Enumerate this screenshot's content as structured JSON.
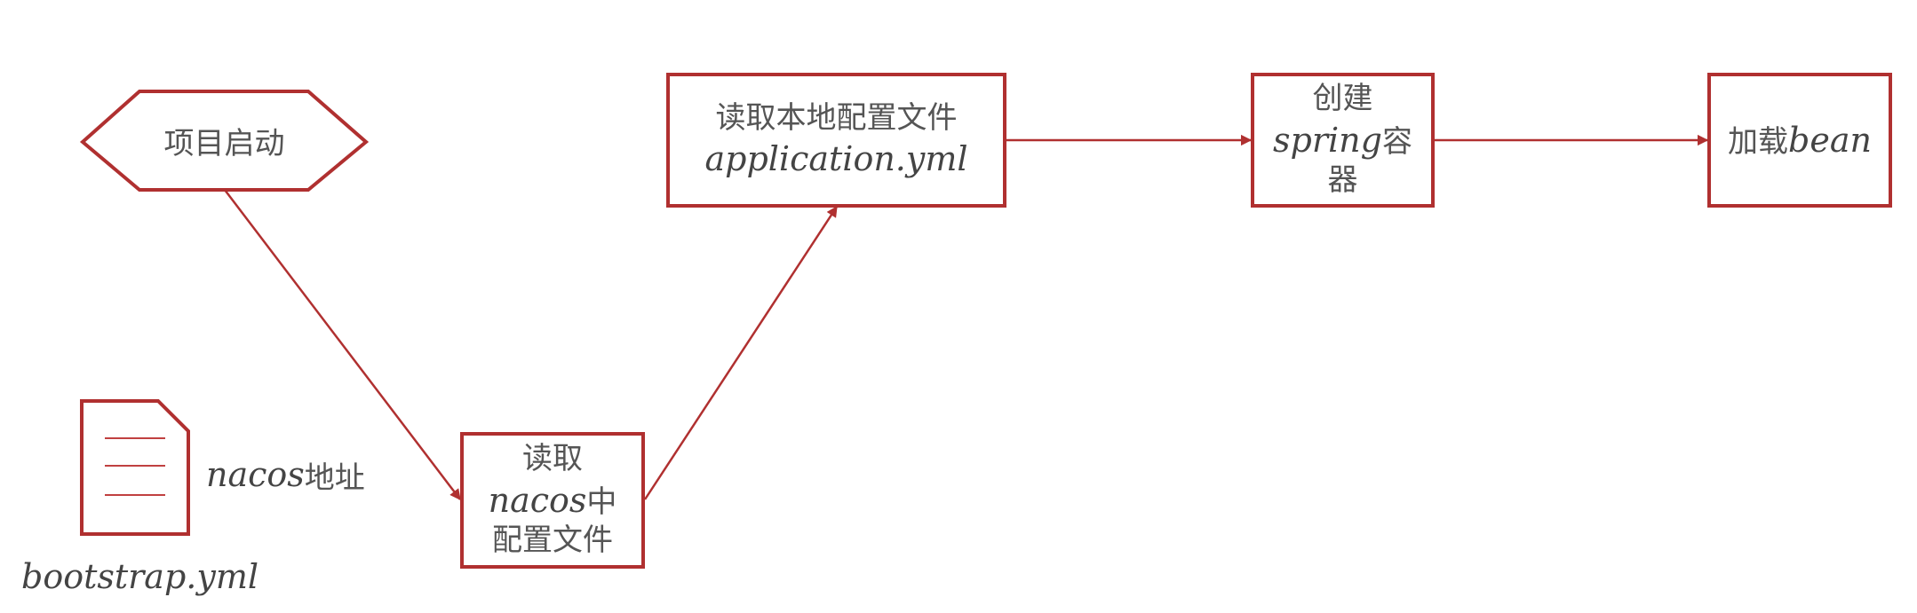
{
  "colors": {
    "stroke": "#b03030",
    "text": "#555555"
  },
  "nodes": {
    "start": {
      "label": "项目启动"
    },
    "read_nacos": {
      "line1": "读取",
      "line2_en": "nacos",
      "line2_zh": "中",
      "line3": "配置文件"
    },
    "read_local": {
      "line1": "读取本地配置文件",
      "line2_en": "application.yml"
    },
    "create_container": {
      "line1": "创建",
      "line2_en": "spring",
      "line2_zh": "容",
      "line3": "器"
    },
    "load_bean": {
      "zh": "加载",
      "en": "bean"
    }
  },
  "file": {
    "icon": "document-icon",
    "label_en": "nacos",
    "label_zh": "地址",
    "caption": "bootstrap.yml"
  }
}
